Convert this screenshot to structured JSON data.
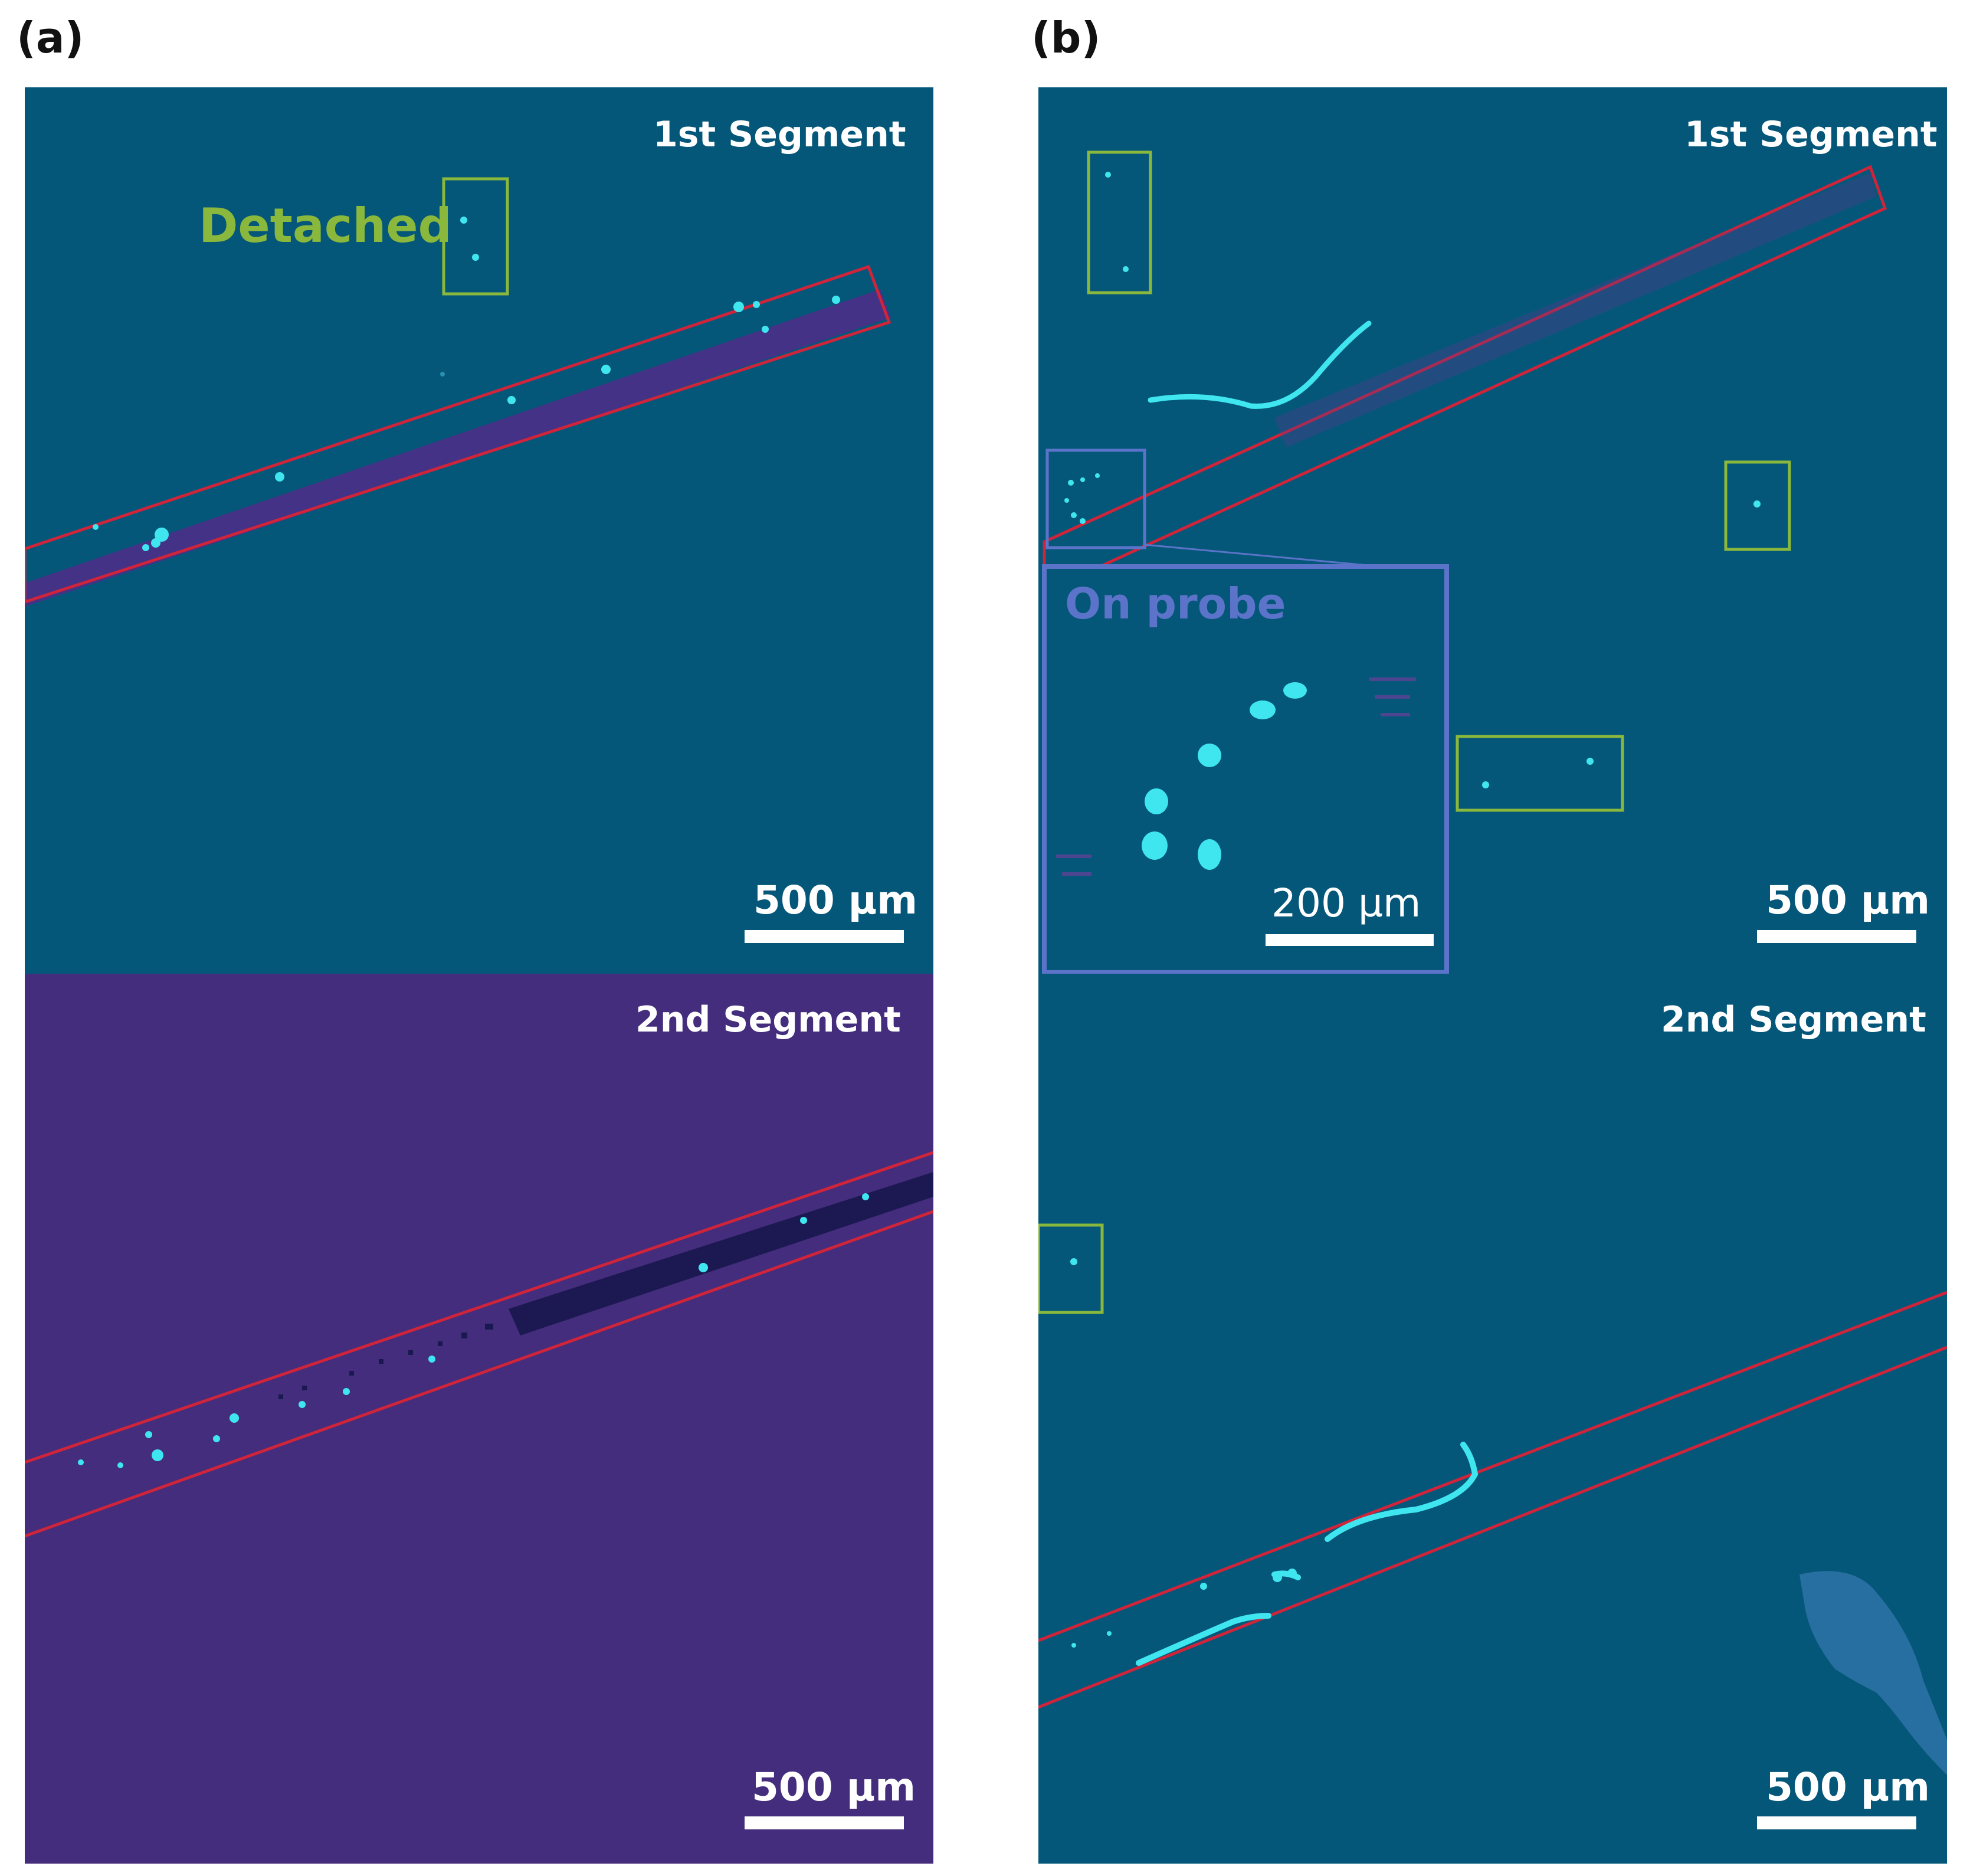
{
  "panel_a": {
    "label": "(a)",
    "top": {
      "title": "1st Segment",
      "annotation": "Detached",
      "scale_bar": "500 µm"
    },
    "bottom": {
      "title": "2nd  Segment",
      "scale_bar": "500 µm"
    }
  },
  "panel_b": {
    "label": "(b)",
    "top": {
      "title": "1st Segment",
      "scale_bar": "500 µm",
      "inset": {
        "annotation": "On probe",
        "scale_bar": "200 µm"
      }
    },
    "bottom": {
      "title": "2nd  Segment",
      "scale_bar": "500 µm"
    }
  },
  "colors": {
    "background_teal": "#05577a",
    "background_purple": "#432d7c",
    "probe_outline": "#d0243a",
    "detached_box": "#8ab83c",
    "inset_box": "#5b74c9",
    "particle": "#3fe6ef"
  }
}
